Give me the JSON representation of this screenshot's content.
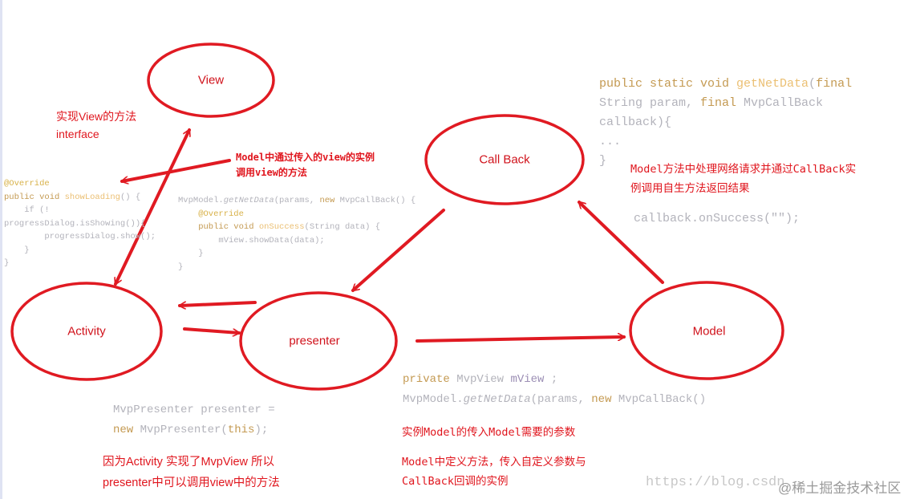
{
  "nodes": {
    "view": "View",
    "callback": "Call Back",
    "activity": "Activity",
    "presenter": "presenter",
    "model": "Model"
  },
  "notes": {
    "view_interface": [
      "实现View的方法",
      "interface"
    ],
    "model_calls_view": [
      "Model中通过传入的view的实例",
      "调用view的方法"
    ],
    "model_network": [
      "Model方法中处理网络请求并通过CallBack实",
      "例调用自生方法返回结果"
    ],
    "model_instance": "实例Model的传入Model需要的参数",
    "model_define": [
      "Model中定义方法，传入自定义参数与",
      "CallBack回调的实例"
    ],
    "activity_impl": [
      "因为Activity 实现了MvpView 所以",
      "presenter中可以调用view中的方法"
    ]
  },
  "code": {
    "show_loading": [
      [
        [
          "@Override",
          "a"
        ]
      ],
      [
        [
          "public void ",
          "k"
        ],
        [
          "showLoading",
          "m"
        ],
        [
          "() {",
          ""
        ]
      ],
      [
        [
          "    if (!",
          ""
        ]
      ],
      [
        [
          "progressDialog.isShowing()){",
          ""
        ]
      ],
      [
        [
          "        progressDialog.show();",
          ""
        ]
      ],
      [
        [
          "    }",
          ""
        ]
      ],
      [
        [
          "}",
          ""
        ]
      ]
    ],
    "get_net_data_call": [
      [
        [
          "MvpModel.",
          ""
        ],
        [
          "getNetData",
          "i"
        ],
        [
          "(params, ",
          ""
        ],
        [
          "new ",
          "k"
        ],
        [
          "MvpCallBack() {",
          ""
        ]
      ],
      [
        [
          "    @Override",
          "a"
        ]
      ],
      [
        [
          "    public void ",
          "k"
        ],
        [
          "onSuccess",
          "m"
        ],
        [
          "(String data) {",
          ""
        ]
      ],
      [
        [
          "        mView.showData(data);",
          ""
        ]
      ],
      [
        [
          "    }",
          ""
        ]
      ],
      [
        [
          "}",
          ""
        ]
      ]
    ],
    "get_net_data_def": [
      [
        [
          "public static void ",
          "k"
        ],
        [
          "getNetData",
          "m"
        ],
        [
          "(",
          ""
        ],
        [
          "final",
          "k"
        ]
      ],
      [
        [
          "String param, ",
          ""
        ],
        [
          "final ",
          "k"
        ],
        [
          "MvpCallBack",
          ""
        ]
      ],
      [
        [
          "callback){",
          ""
        ]
      ],
      [
        [
          "...",
          ""
        ]
      ],
      [
        [
          "}",
          ""
        ]
      ]
    ],
    "callback_success": [
      [
        [
          "callback.onSuccess(\"\");",
          ""
        ]
      ]
    ],
    "presenter_fields": [
      [
        [
          "private ",
          "k"
        ],
        [
          "MvpView ",
          ""
        ],
        [
          "mView ",
          "v"
        ],
        [
          ";",
          ""
        ]
      ],
      [
        [
          "MvpModel.",
          ""
        ],
        [
          "getNetData",
          "i"
        ],
        [
          "(params, ",
          ""
        ],
        [
          "new ",
          "k"
        ],
        [
          "MvpCallBack()",
          ""
        ]
      ]
    ],
    "presenter_new": [
      [
        [
          "MvpPresenter presenter =",
          ""
        ]
      ],
      [
        [
          "new ",
          "k"
        ],
        [
          "MvpPresenter(",
          ""
        ],
        [
          "this",
          "k"
        ],
        [
          ");",
          ""
        ]
      ]
    ]
  },
  "watermark": {
    "url": "https://blog.csdn",
    "site": "@稀土掘金技术社区"
  },
  "colors": {
    "accent": "#e0161e",
    "code_gray": "#b3b3bb",
    "code_keyword": "#c49a52"
  }
}
